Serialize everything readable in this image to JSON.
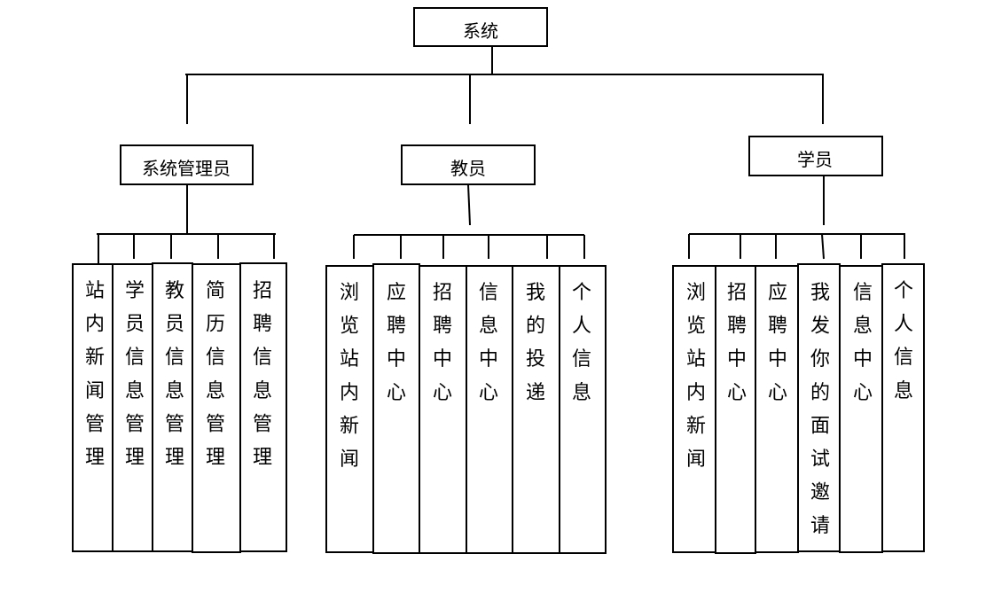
{
  "root": {
    "label": "系统"
  },
  "groups": [
    {
      "label": "系统管理员",
      "children": [
        "站内新闻管理",
        "学员信息管理",
        "教员信息管理",
        "简历信息管理",
        "招聘信息管理"
      ]
    },
    {
      "label": "教员",
      "children": [
        "浏览站内新闻",
        "应聘中心",
        "招聘中心",
        "信息中心",
        "我的投递",
        "个人信息"
      ]
    },
    {
      "label": "学员",
      "children": [
        "浏览站内新闻",
        "招聘中心",
        "应聘中心",
        "我发你的面试邀请",
        "信息中心",
        "个人信息"
      ]
    }
  ]
}
